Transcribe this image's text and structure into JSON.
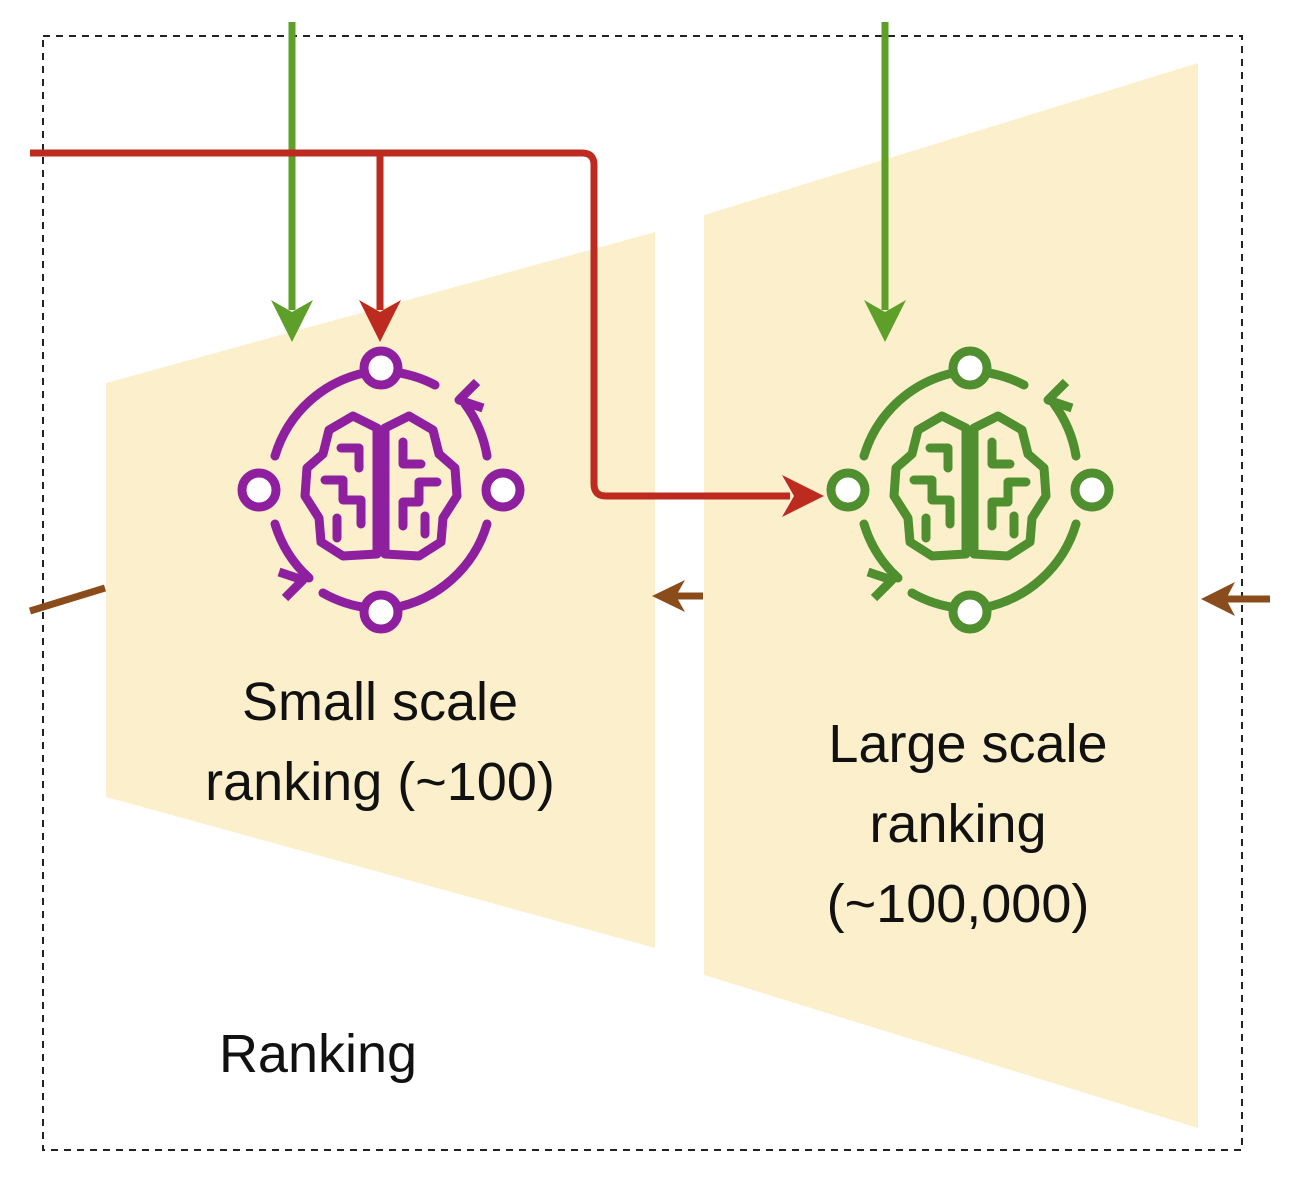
{
  "diagram": {
    "group_label": "Ranking",
    "stages": [
      {
        "id": "small",
        "line1": "Small scale",
        "line2": "ranking (~100)",
        "icon": "brain-cycle-icon",
        "color": "#8e1f9f"
      },
      {
        "id": "large",
        "line1": "Large scale",
        "line2": "ranking",
        "line3": "(~100,000)",
        "icon": "brain-cycle-icon",
        "color": "#4f8f2f"
      }
    ],
    "colors": {
      "trapezoid_fill": "#fcf0cc",
      "green_arrow": "#5e9f2a",
      "red_arrow": "#bd2a1f",
      "brown_arrow": "#8b4c1c",
      "border": "#222222"
    }
  }
}
